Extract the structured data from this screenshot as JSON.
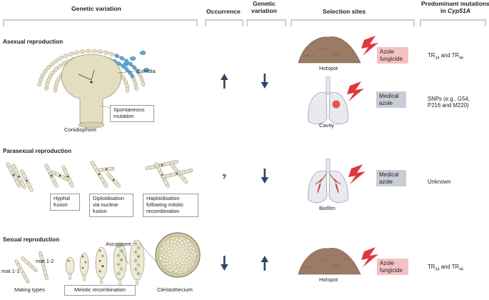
{
  "headers": {
    "genetic_variation_left": "Genetic variation",
    "occurrence": "Occurrence",
    "genetic_variation_line1": "Genetic",
    "genetic_variation_line2": "variation",
    "selection_sites": "Selection sites",
    "predominant_line1": "Predominant mutations",
    "predominant_line2_prefix": "in ",
    "predominant_line2_gene": "Cyp51A"
  },
  "sections": {
    "asexual": "Asexual reproduction",
    "parasexual": "Parasexual reproduction",
    "sexual": "Sexual reproduction"
  },
  "asexual": {
    "conidia": "Conidia",
    "conidiophore": "Conidiophore",
    "spontaneous_line1": "Spontaneous",
    "spontaneous_line2": "mutation",
    "occurrence_symbol": "↑",
    "variation_symbol": "↓"
  },
  "parasexual": {
    "hyphal_line1": "Hyphal",
    "hyphal_line2": "fusion",
    "diploid_line1": "Diploidisation",
    "diploid_line2": "via nuclear",
    "diploid_line3": "fusion",
    "haploid_line1": "Haploidisation",
    "haploid_line2": "following mitotic",
    "haploid_line3": "recombination",
    "occurrence_symbol": "?",
    "variation_symbol": "↓"
  },
  "sexual": {
    "mat11": "mat 1-1",
    "mat12": "mat 1-2",
    "mating_types": "Mating types",
    "ascospore": "Ascospore",
    "meiotic": "Meiotic recombination",
    "cleistothecium": "Cleistothecium",
    "occurrence_symbol": "↓",
    "variation_symbol": "↑"
  },
  "sites": {
    "hotspot1": "Hotspot",
    "cavity": "Cavity",
    "biofilm": "Biofilm",
    "hotspot2": "Hotspot",
    "azole_line1": "Azole",
    "azole_line2": "fungicide",
    "medical_line1": "Medical",
    "medical_line2": "azole",
    "azole2_line1": "Azole",
    "azole2_line2": "fungicide",
    "medical2_line1": "Medical",
    "medical2_line2": "azole"
  },
  "mutations": {
    "tr_prefix": "TR",
    "tr34": "34",
    "and": " and TR",
    "tr46": "46",
    "snps_line1": "SNPs (e.g., G54,",
    "snps_line2": "P216 and M220)",
    "unknown": "Unknown",
    "tr_prefix2": "TR",
    "tr34_2": "34",
    "and2": " and TR",
    "tr46_2": "46"
  },
  "colors": {
    "arrow": "#2f4563",
    "soil": "#9b7b66",
    "lightning": "#e0373a",
    "pink_box": "#f6c1c3",
    "grey_box": "#c9ced6",
    "conidia_blue": "#5aa7d8",
    "spore_beige": "#e4dec0"
  }
}
